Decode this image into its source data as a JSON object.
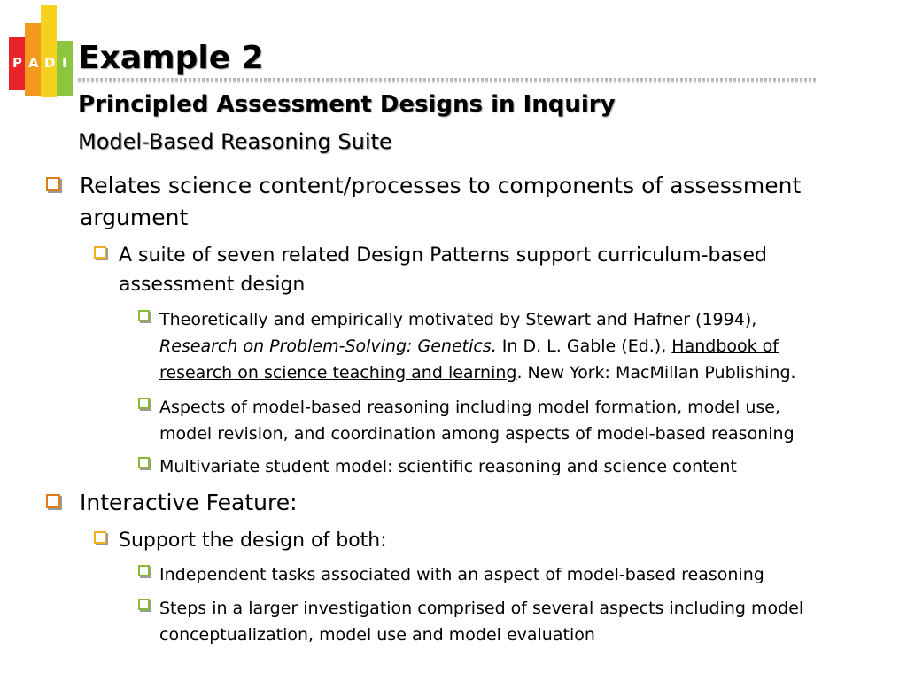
{
  "logo": {
    "letters": [
      "P",
      "A",
      "D",
      "I"
    ],
    "colors": [
      "#e8232a",
      "#f29a1e",
      "#f6d21f",
      "#8cc63f"
    ]
  },
  "title": {
    "main": "Example 2",
    "sub": "Principled Assessment Designs in Inquiry",
    "suite": "Model-Based Reasoning Suite"
  },
  "bullets": {
    "b1": {
      "line1": "Relates science content/processes to components of assessment",
      "line2": "argument"
    },
    "b1_1": {
      "line1": "A suite of seven related Design Patterns support curriculum-based",
      "line2": "assessment design"
    },
    "b1_1_1": {
      "line1": "Theoretically and empirically motivated by Stewart and Hafner (1994),",
      "line2_italic": "Research on Problem-Solving:  Genetics.",
      "line2_rest": " In D. L. Gable (Ed.), ",
      "line2_underline": "Handbook of",
      "line3_underline": "research on science teaching and learning",
      "line3_rest": ". New York: MacMillan Publishing."
    },
    "b1_1_2": {
      "line1": "Aspects of model-based reasoning including model formation, model use,",
      "line2": "model revision, and coordination among aspects of model-based reasoning"
    },
    "b1_1_3": {
      "line1": "Multivariate student model: scientific reasoning and science content"
    },
    "b2": {
      "line1": "Interactive Feature:"
    },
    "b2_1": {
      "line1": "Support the design of both:"
    },
    "b2_1_1": {
      "line1": "Independent tasks associated with an aspect of model-based reasoning"
    },
    "b2_1_2": {
      "line1": "Steps in a larger investigation comprised of several aspects including model",
      "line2": "conceptualization, model use and model evaluation"
    }
  }
}
